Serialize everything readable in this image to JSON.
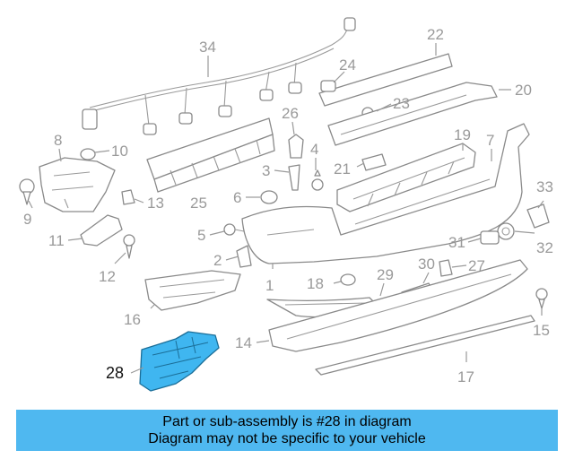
{
  "highlight_color": "#4fb8f0",
  "callouts": {
    "c1": "1",
    "c2": "2",
    "c3": "3",
    "c4": "4",
    "c5": "5",
    "c6": "6",
    "c7": "7",
    "c8": "8",
    "c9": "9",
    "c10": "10",
    "c11": "11",
    "c12": "12",
    "c13": "13",
    "c14": "14",
    "c15": "15",
    "c16": "16",
    "c17": "17",
    "c18": "18",
    "c19": "19",
    "c20": "20",
    "c21": "21",
    "c22": "22",
    "c23": "23",
    "c24": "24",
    "c25": "25",
    "c26": "26",
    "c27": "27",
    "c28": "28",
    "c29": "29",
    "c30": "30",
    "c31": "31",
    "c32": "32",
    "c33": "33",
    "c34": "34"
  },
  "banner": {
    "line1": "Part or sub-assembly is #28 in diagram",
    "line2": "Diagram may not be specific to your vehicle"
  }
}
